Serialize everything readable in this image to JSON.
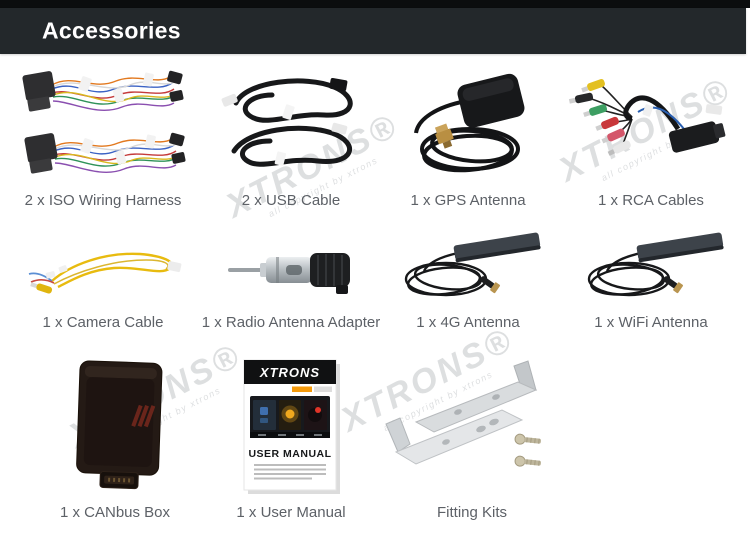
{
  "header": {
    "title": "Accessories"
  },
  "watermark": {
    "brand": "XTRONS®",
    "subtitle": "all copyright by xtrons"
  },
  "items": [
    {
      "id": "iso-wiring-harness",
      "label": "2 x ISO Wiring Harness"
    },
    {
      "id": "usb-cable",
      "label": "2 x USB Cable"
    },
    {
      "id": "gps-antenna",
      "label": "1 x GPS Antenna"
    },
    {
      "id": "rca-cables",
      "label": "1 x RCA Cables"
    },
    {
      "id": "camera-cable",
      "label": "1 x Camera Cable"
    },
    {
      "id": "radio-antenna-adapter",
      "label": "1 x Radio Antenna Adapter"
    },
    {
      "id": "4g-antenna",
      "label": "1 x 4G Antenna"
    },
    {
      "id": "wifi-antenna",
      "label": "1 x WiFi Antenna"
    },
    {
      "id": "canbus-box",
      "label": "1 x CANbus Box"
    },
    {
      "id": "user-manual",
      "label": "1 x User Manual"
    },
    {
      "id": "fitting-kits",
      "label": "Fitting Kits"
    }
  ],
  "manual_cover": {
    "brand": "XTRONS",
    "title": "USER MANUAL"
  },
  "colors": {
    "header_bg": "#23282b",
    "header_text": "#ffffff",
    "label_text": "#5d6167",
    "watermark": "#c2c5c8",
    "manual_accent_orange": "#f49a0b"
  }
}
